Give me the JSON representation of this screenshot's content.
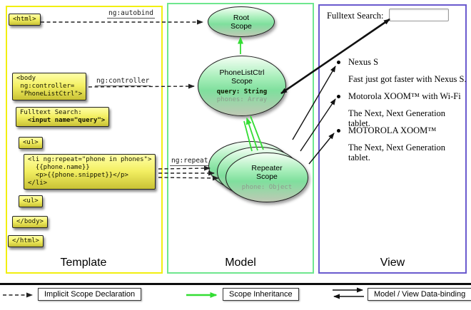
{
  "columns": {
    "template": "Template",
    "model": "Model",
    "view": "View"
  },
  "annotations": {
    "autobind": "ng:autobind",
    "controller": "ng:controller",
    "repeat": "ng:repeat"
  },
  "code": {
    "html_open": "<html>",
    "body_open": "<body\n ng:controller=\n \"PhoneListCtrl\">",
    "fulltext_label": "Fulltext Search:",
    "fulltext_input": "  <input name=\"query\">",
    "ul_open": "<ul>",
    "li_repeat": "<li ng:repeat=\"phone in phones\">\n  {{phone.name}}\n  <p>{{phone.snippet}}</p>\n</li>",
    "ul_close": "<ul>",
    "body_close": "</body>",
    "html_close": "</html>"
  },
  "scopes": {
    "root": {
      "name": "Root",
      "type": "Scope"
    },
    "phonelist": {
      "name": "PhoneListCtrl",
      "type": "Scope",
      "prop_query": "query: String",
      "prop_phones": "phones: Array"
    },
    "repeater": {
      "name": "Repeater",
      "type": "Scope",
      "prop_phone": "phone: Object"
    }
  },
  "view": {
    "search_label": "Fulltext Search:",
    "search_value": "",
    "items": [
      {
        "title": "Nexus S",
        "snippet": "Fast just got faster with Nexus S."
      },
      {
        "title": "Motorola XOOM™ with Wi-Fi",
        "snippet": "The Next, Next Generation tablet."
      },
      {
        "title": "MOTOROLA XOOM™",
        "snippet": "The Next, Next Generation tablet."
      }
    ]
  },
  "legend": {
    "implicit": "Implicit Scope Declaration",
    "inheritance": "Scope Inheritance",
    "binding": "Model / View Data-binding"
  },
  "colors": {
    "template_border": "#f2ef10",
    "model_border": "#6ee78e",
    "view_border": "#6a5ace",
    "green_arrow": "#33dd33",
    "code_box_top": "#ffffa8",
    "code_box_bottom": "#c9c235"
  }
}
